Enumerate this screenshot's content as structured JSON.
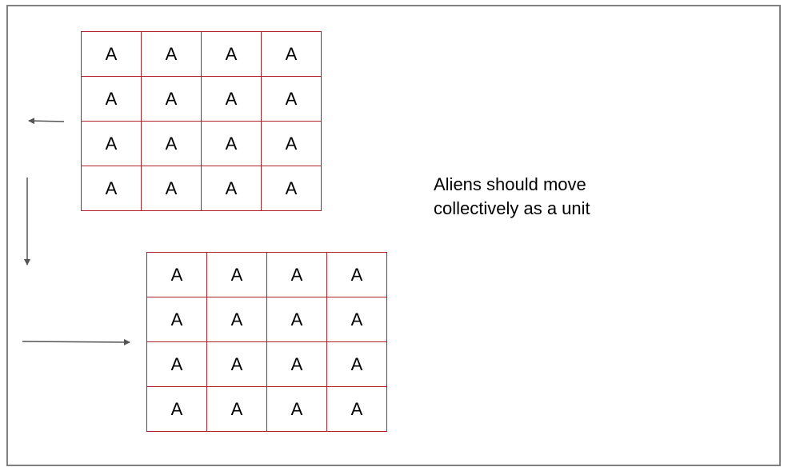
{
  "colors": {
    "grid_border": "#b0222a",
    "frame_border": "#7f7f7f",
    "arrow": "#555555"
  },
  "formation_top": {
    "cells": [
      "A",
      "A",
      "A",
      "A",
      "A",
      "A",
      "A",
      "A",
      "A",
      "A",
      "A",
      "A",
      "A",
      "A",
      "A",
      "A"
    ]
  },
  "formation_bottom": {
    "cells": [
      "A",
      "A",
      "A",
      "A",
      "A",
      "A",
      "A",
      "A",
      "A",
      "A",
      "A",
      "A",
      "A",
      "A",
      "A",
      "A"
    ]
  },
  "note": {
    "line1": "Aliens should move",
    "line2": "collectively as a unit"
  },
  "arrows": [
    "arrow-left",
    "arrow-down",
    "arrow-right"
  ]
}
